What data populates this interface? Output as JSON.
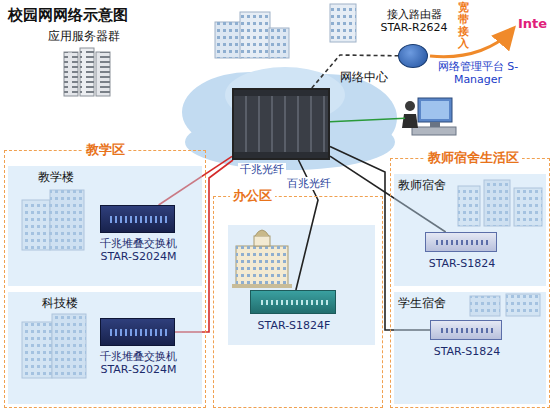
{
  "diagram": {
    "title": "校园网网络示意图",
    "nodes": [
      {
        "text": [
          "应用服务器群"
        ]
      },
      {
        "text": [
          "网络中心"
        ]
      },
      {
        "text": [
          "接入路由器 STAR-R2624"
        ]
      },
      {
        "text": [
          "网络管理平台 S-Manager"
        ]
      },
      {
        "text": [
          "教学区"
        ]
      },
      {
        "text": [
          "教学楼"
        ],
        "in": 4
      },
      {
        "text": [
          "千兆堆叠交换机 STAR-S2024M"
        ],
        "in": 5
      },
      {
        "text": [
          "科技楼"
        ],
        "in": 4
      },
      {
        "text": [
          "千兆堆叠交换机 STAR-S2024M"
        ],
        "in": 7
      },
      {
        "text": [
          "办公区"
        ]
      },
      {
        "text": [
          "STAR-S1824F"
        ],
        "in": 9
      },
      {
        "text": [
          "教师宿舍生活区"
        ]
      },
      {
        "text": [
          "教师宿舍"
        ],
        "in": 11
      },
      {
        "text": [
          "STAR-S1824"
        ],
        "in": 12
      },
      {
        "text": [
          "学生宿舍"
        ],
        "in": 11
      },
      {
        "text": [
          "STAR-S1824"
        ],
        "in": 14
      }
    ],
    "edges": [
      {
        "from": 1,
        "to": 6,
        "arrow": "none",
        "label": "千兆光纤"
      },
      {
        "from": 1,
        "to": 8,
        "arrow": "none"
      },
      {
        "from": 1,
        "to": 10,
        "arrow": "none",
        "label": "百兆光纤"
      },
      {
        "from": 1,
        "to": 13,
        "arrow": "none"
      },
      {
        "from": 1,
        "to": 15,
        "arrow": "none"
      },
      {
        "from": 1,
        "to": 2,
        "arrow": "none"
      },
      {
        "from": 1,
        "to": 3,
        "arrow": "none"
      }
    ],
    "labels": [
      "宽带接入",
      "Inte"
    ]
  }
}
